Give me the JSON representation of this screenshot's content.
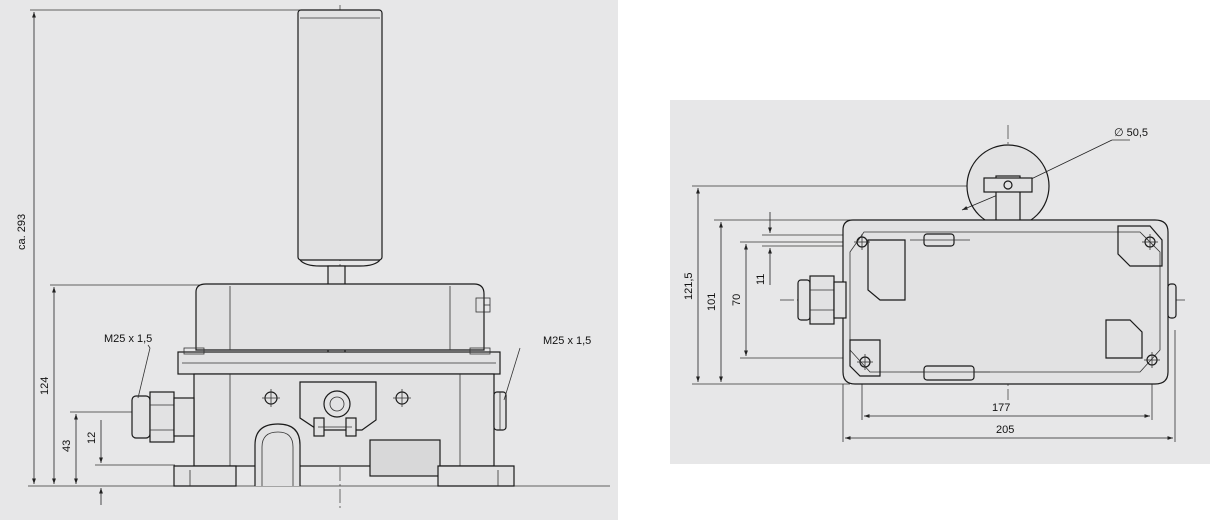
{
  "left_view": {
    "dim_overall_height": "ca. 293",
    "dim_housing_height": "124",
    "dim_gland_height": "43",
    "dim_base_height": "12",
    "gland_label_left": "M25 x 1,5",
    "gland_label_right": "M25 x 1,5"
  },
  "right_view": {
    "dim_diameter": "∅ 50,5",
    "dim_height_total": "121,5",
    "dim_height_body": "101",
    "dim_hole_spacing": "70",
    "dim_offset": "11",
    "dim_hole_width": "177",
    "dim_total_width": "205"
  }
}
